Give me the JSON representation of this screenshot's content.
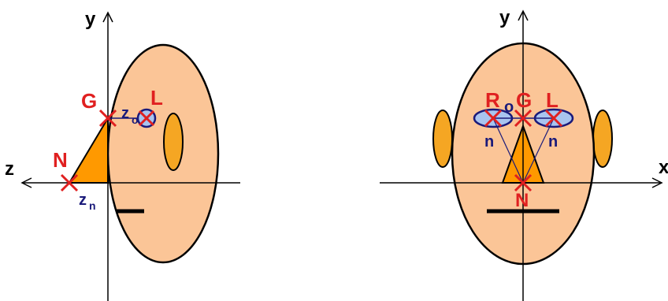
{
  "left_view": {
    "y_axis_label": "y",
    "z_axis_label": "z",
    "points": {
      "G": "G",
      "L": "L",
      "N": "N"
    },
    "z_label_main": "z",
    "z_label_sub": "o",
    "zn_label_main": "z",
    "zn_label_sub": "n"
  },
  "right_view": {
    "y_axis_label": "y",
    "x_axis_label": "x",
    "points": {
      "R": "R",
      "G": "G",
      "L": "L",
      "N": "N"
    },
    "o_label": "o",
    "n_left": "n",
    "n_right": "n"
  },
  "colors": {
    "skin": "#fbc597",
    "ear": "#f5a623",
    "nose": "#ff9900",
    "eye": "#a9c4ef",
    "marker": "#e02020",
    "navy": "#1a1a7a",
    "axis": "#000000"
  }
}
